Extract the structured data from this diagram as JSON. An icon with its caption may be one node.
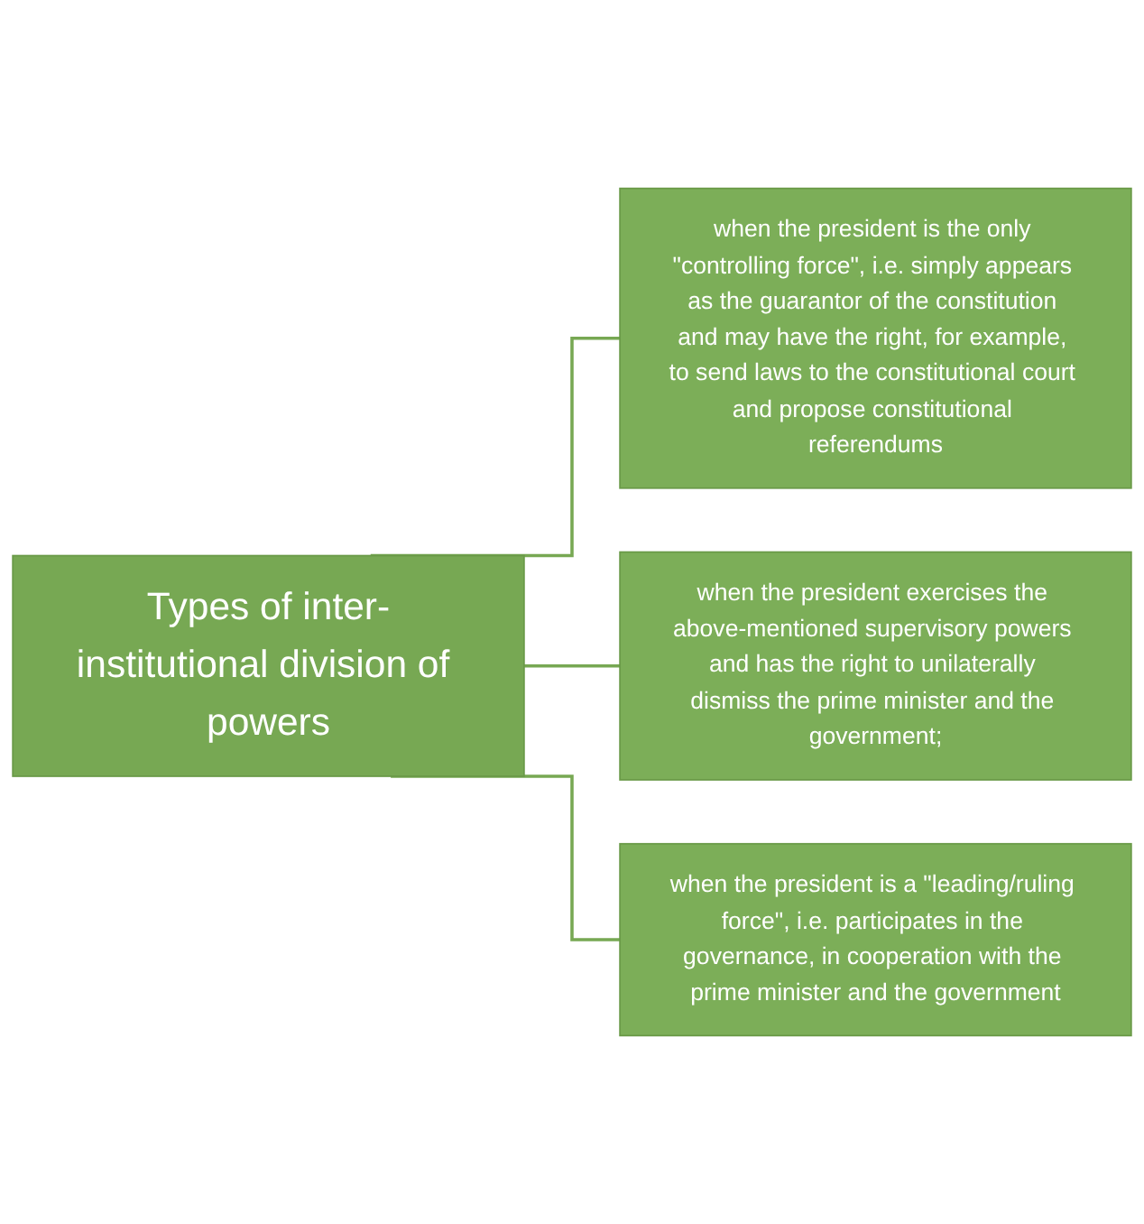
{
  "diagram": {
    "nodes": [
      {
        "text": [
          "Types of inter-institutional division of powers"
        ]
      },
      {
        "text": [
          "when the president is the only \"controlling force\", i.e. simply appears as the guarantor of the constitution and may have the right, for example, to send laws to the constitutional court and propose constitutional referendums"
        ]
      },
      {
        "text": [
          "when the president exercises the above-mentioned supervisory powers and has the right to unilaterally dismiss the prime minister and the government;"
        ]
      },
      {
        "text": [
          "when the president is a \"leading/ruling force\", i.e. participates in the governance, in cooperation with the prime minister and the government"
        ]
      }
    ],
    "edges": [
      {
        "from": 0,
        "to": 1,
        "arrow": "none"
      },
      {
        "from": 0,
        "to": 2,
        "arrow": "none"
      },
      {
        "from": 0,
        "to": 3,
        "arrow": "none"
      }
    ]
  }
}
